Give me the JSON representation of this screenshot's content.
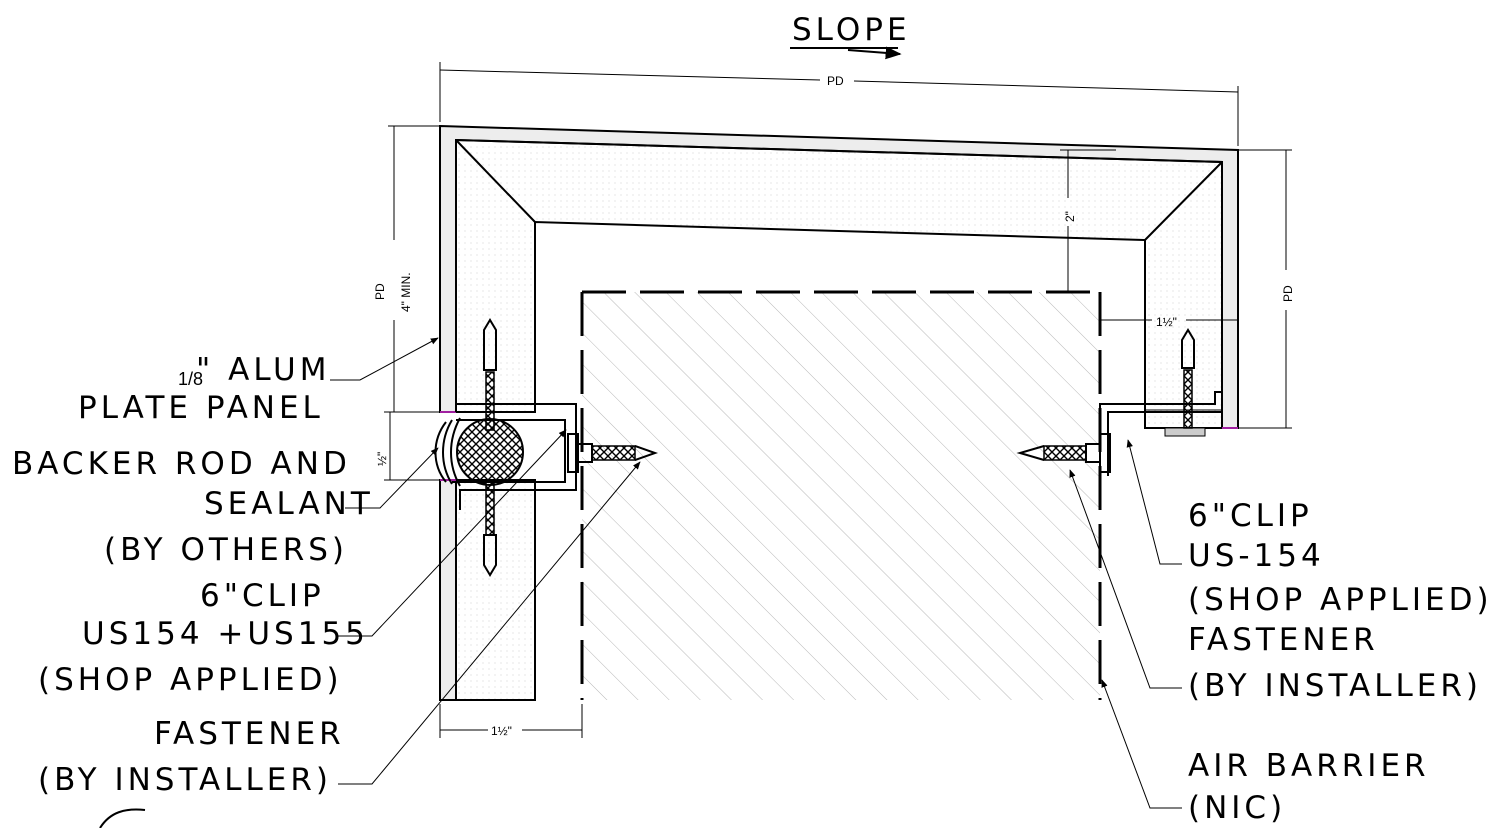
{
  "slope": {
    "label": "SLOPE"
  },
  "dimensions": {
    "top_width": "PD",
    "left_height": "PD",
    "left_min": "4\" MIN.",
    "right_height": "PD",
    "inner_gap": "2\"",
    "right_depth": "1½\"",
    "bottom_depth": "1½\"",
    "joint_gap": "½\""
  },
  "callouts": {
    "plate_fraction": "1/8",
    "plate_line1_suffix": "\" ALUM",
    "plate_line2": "PLATE PANEL",
    "backer_line1": "BACKER ROD AND",
    "backer_line2": "SEALANT",
    "backer_line3": "(BY OTHERS)",
    "clip_left_line1": "6\"CLIP",
    "clip_left_line2": "US154 +US155",
    "clip_left_line3": "(SHOP APPLIED)",
    "fastener_left_line1": "FASTENER",
    "fastener_left_line2": "(BY INSTALLER)",
    "clip_right_line1": "6\"CLIP",
    "clip_right_line2": "US-154",
    "clip_right_line3": "(SHOP APPLIED)",
    "fastener_right_line1": "FASTENER",
    "fastener_right_line2": "(BY INSTALLER)",
    "air_line1": "AIR BARRIER",
    "air_line2": "(NIC)"
  },
  "colors": {
    "line": "#000000",
    "panel_fill": "#ededed",
    "hatch": "#b8b8b8",
    "seam": "#a020a0"
  }
}
